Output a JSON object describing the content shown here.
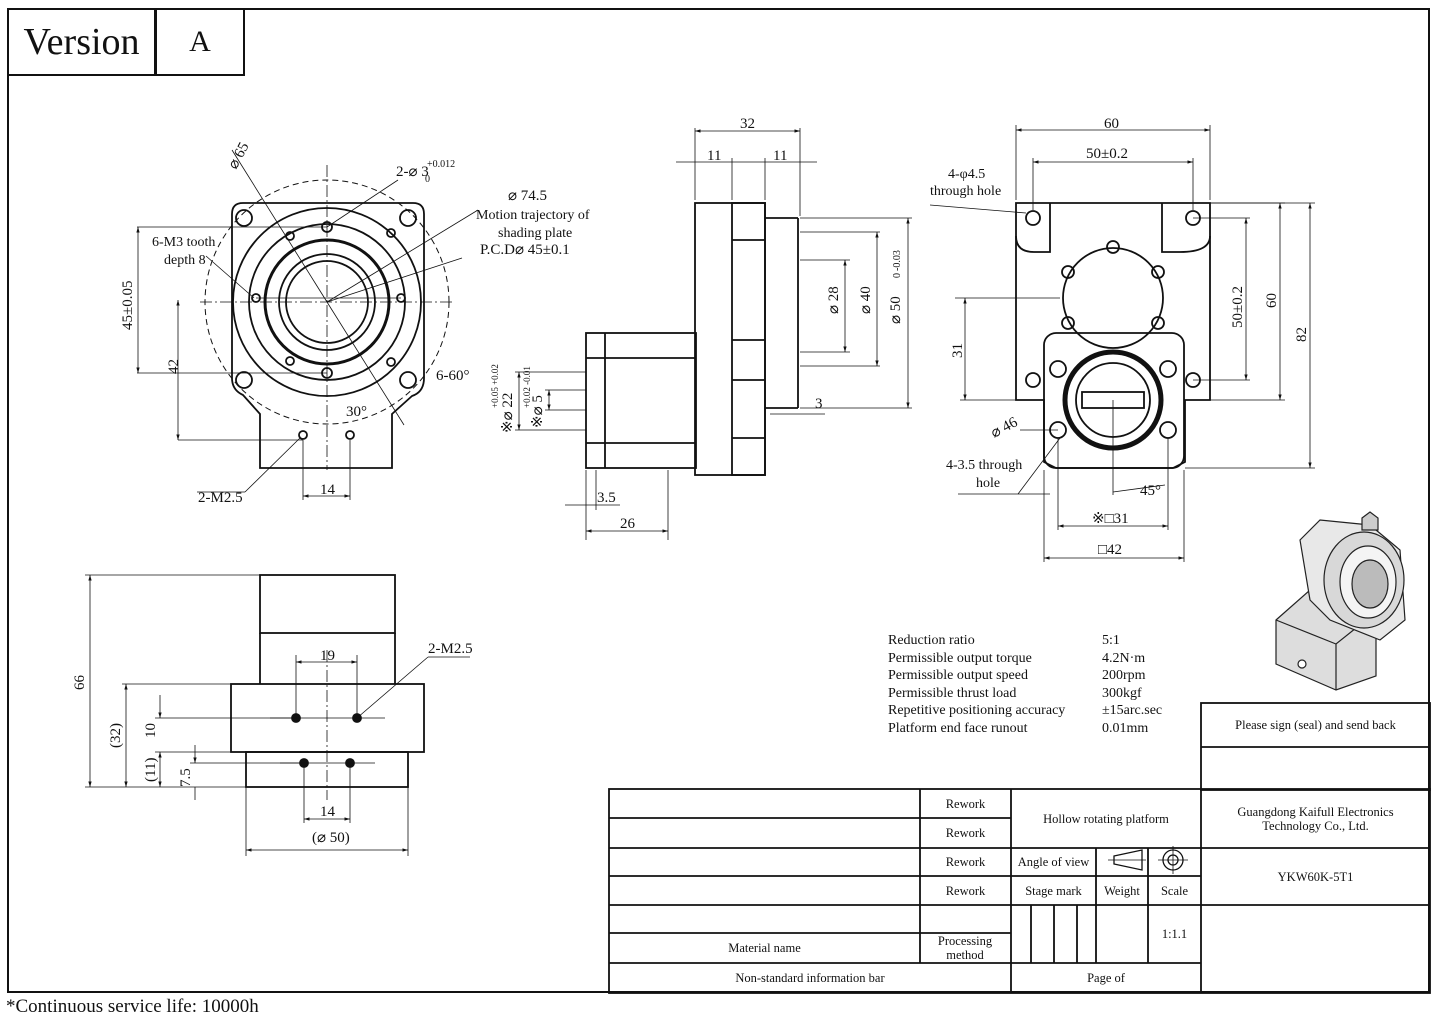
{
  "version": {
    "label": "Version",
    "value": "A"
  },
  "footnote": "*Continuous service life: 10000h",
  "front_view": {
    "dim_phi65": "⌀ 65",
    "dim_2phi3": "2-⌀ 3",
    "dim_2phi3_tol": "+0.012",
    "dim_2phi3_sub": "0",
    "dim_phi74": "⌀ 74.5",
    "note_motion_1": "Motion trajectory of",
    "note_motion_2": "shading plate",
    "dim_pcd": "P.C.D⌀ 45±0.1",
    "note_m3_1": "6-M3 tooth",
    "note_m3_2": "depth 8",
    "dim_45": "45±0.05",
    "dim_42": "42",
    "dim_6_60": "6-60°",
    "dim_30": "30°",
    "dim_2m25": "2-M2.5",
    "dim_14": "14"
  },
  "side_view": {
    "dim_32": "32",
    "dim_11a": "11",
    "dim_11b": "11",
    "dim_phi28": "⌀ 28",
    "dim_phi40": "⌀ 40",
    "dim_phi50": "⌀ 50",
    "dim_phi50_tol": "0 -0.03",
    "dim_3": "3",
    "dim_phi22": "※⌀ 22",
    "dim_phi22_tol": "+0.05 +0.02",
    "dim_phi5": "※⌀ 5",
    "dim_phi5_tol": "+0.02 -0.01",
    "dim_35": "3.5",
    "dim_26": "26"
  },
  "rear_view": {
    "dim_60": "60",
    "dim_50": "50±0.2",
    "note_hole_1": "4-φ4.5",
    "note_hole_2": "through hole",
    "dim_31": "31",
    "dim_50v": "50±0.2",
    "dim_60v": "60",
    "dim_82": "82",
    "dim_phi46": "⌀ 46",
    "note_hole35_1": "4-3.5 through",
    "note_hole35_2": "hole",
    "dim_45deg": "45°",
    "dim_sq31": "※□31",
    "dim_sq42": "□42"
  },
  "bottom_view": {
    "dim_66": "66",
    "dim_32p": "(32)",
    "dim_10": "10",
    "dim_11p": "(11)",
    "dim_75": "7.5",
    "dim_19": "19",
    "dim_2m25": "2-M2.5",
    "dim_14": "14",
    "dim_phi50p": "(⌀ 50)"
  },
  "specs": [
    {
      "label": "Reduction ratio",
      "value": "5:1"
    },
    {
      "label": "Permissible output torque",
      "value": "4.2N·m"
    },
    {
      "label": "Permissible output speed",
      "value": "200rpm"
    },
    {
      "label": "Permissible thrust load",
      "value": "300kgf"
    },
    {
      "label": "Repetitive positioning accuracy",
      "value": "±15arc.sec"
    },
    {
      "label": "Platform end face runout",
      "value": "0.01mm"
    }
  ],
  "title_block": {
    "sign_note": "Please sign (seal) and send back",
    "rework_1": "Rework",
    "rework_2": "Rework",
    "rework_3": "Rework",
    "rework_4": "Rework",
    "product_name": "Hollow rotating platform",
    "company": "Guangdong Kaifull Electronics Technology Co., Ltd.",
    "angle_of_view": "Angle of view",
    "stage_mark": "Stage mark",
    "weight": "Weight",
    "scale": "Scale",
    "scale_value": "1:1.1",
    "model": "YKW60K-5T1",
    "material_name": "Material name",
    "processing_method": "Processing method",
    "non_standard": "Non-standard information bar",
    "page_of": "Page of"
  }
}
